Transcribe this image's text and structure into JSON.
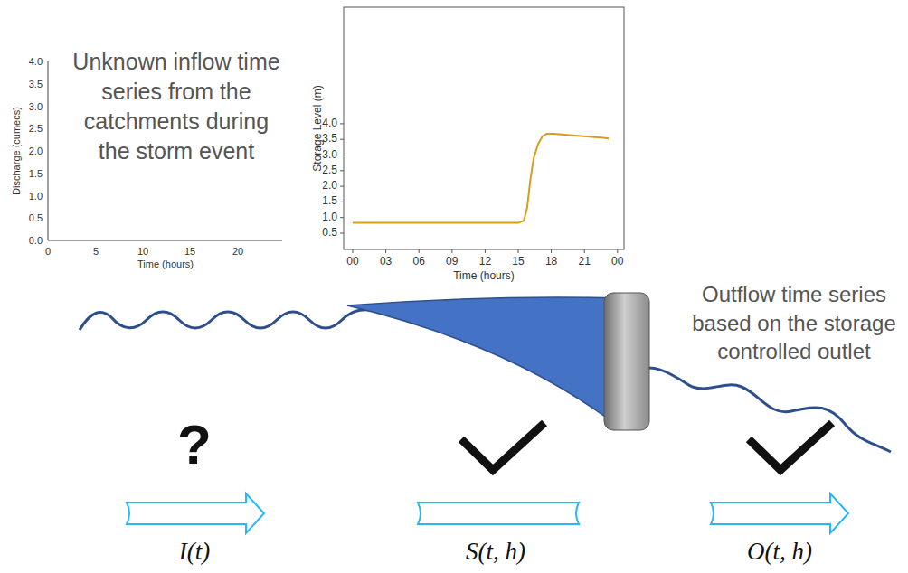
{
  "diagram": {
    "labels": [
      "4.0",
      "3.5",
      "3.0",
      "2.5",
      "2.0",
      "1.5",
      "1.0",
      "0.5",
      "0.0",
      "0",
      "5",
      "10",
      "15",
      "20",
      "Discharge (cumecs)",
      "Time (hours)",
      "Unknown inflow time series from the catchments during the storm event",
      "4.0",
      "3.5",
      "3.0",
      "2.5",
      "2.0",
      "1.5",
      "1.0",
      "0.5",
      "00",
      "03",
      "06",
      "09",
      "12",
      "15",
      "18",
      "21",
      "00",
      "Storage Level (m)",
      "Time (hours)",
      "Outflow time series based on the storage controlled outlet",
      "?",
      "I(t)",
      "S(t, h)",
      "O(t, h)"
    ]
  }
}
